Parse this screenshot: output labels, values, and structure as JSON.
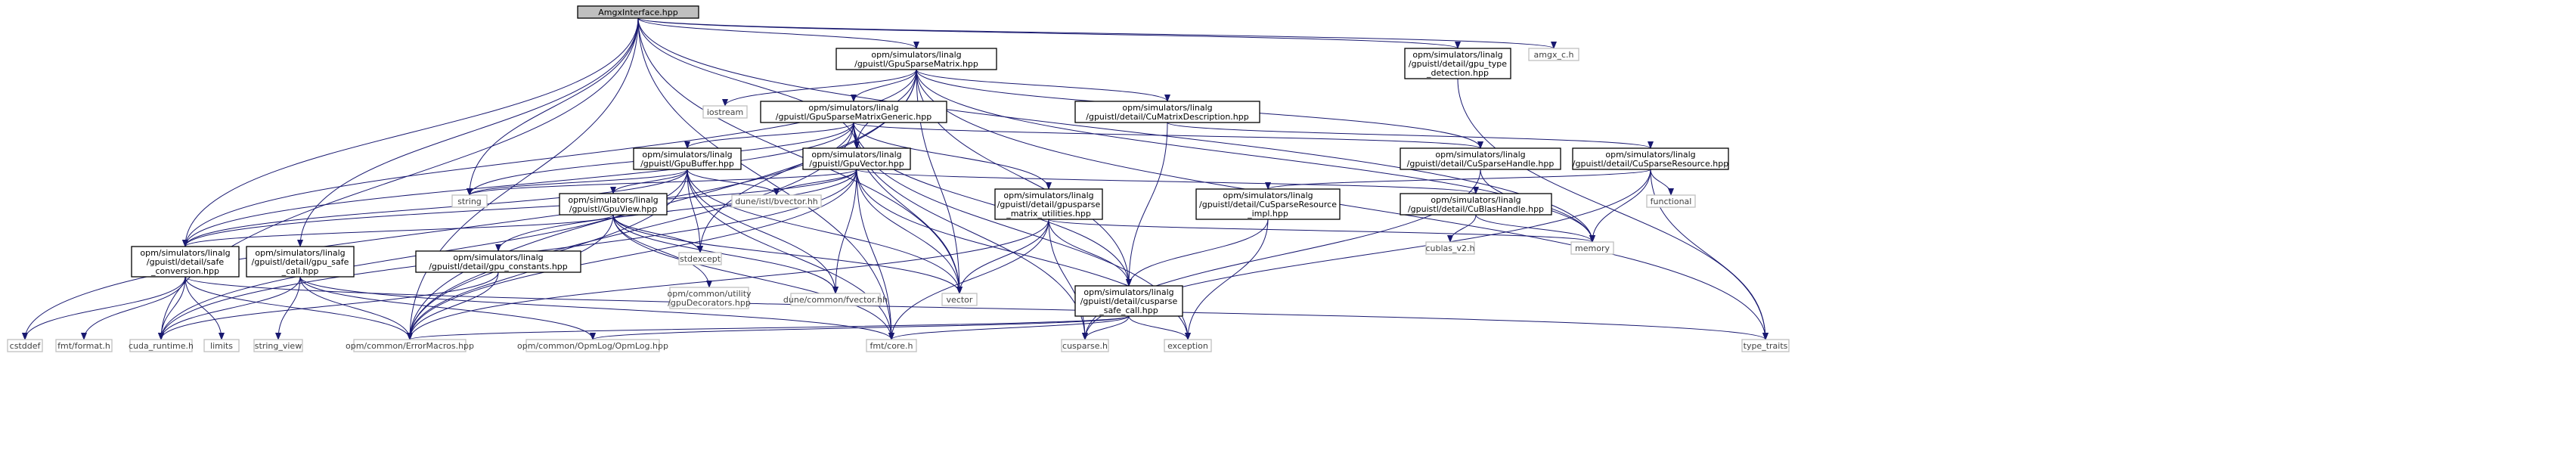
{
  "nodes": [
    {
      "id": "amgx",
      "lines": [
        "AmgxInterface.hpp"
      ],
      "kind": "root"
    },
    {
      "id": "gsm",
      "lines": [
        "opm/simulators/linalg",
        "/gpuistl/GpuSparseMatrix.hpp"
      ],
      "kind": "doc"
    },
    {
      "id": "gputype",
      "lines": [
        "opm/simulators/linalg",
        "/gpuistl/detail/gpu_type",
        "_detection.hpp"
      ],
      "kind": "doc"
    },
    {
      "id": "amgxc",
      "lines": [
        "amgx_c.h"
      ],
      "kind": "ext"
    },
    {
      "id": "iostream",
      "lines": [
        "iostream"
      ],
      "kind": "ext"
    },
    {
      "id": "gsmg",
      "lines": [
        "opm/simulators/linalg",
        "/gpuistl/GpuSparseMatrixGeneric.hpp"
      ],
      "kind": "doc"
    },
    {
      "id": "cumd",
      "lines": [
        "opm/simulators/linalg",
        "/gpuistl/detail/CuMatrixDescription.hpp"
      ],
      "kind": "doc"
    },
    {
      "id": "gbuf",
      "lines": [
        "opm/simulators/linalg",
        "/gpuistl/GpuBuffer.hpp"
      ],
      "kind": "doc"
    },
    {
      "id": "gvec",
      "lines": [
        "opm/simulators/linalg",
        "/gpuistl/GpuVector.hpp"
      ],
      "kind": "doc"
    },
    {
      "id": "cush",
      "lines": [
        "opm/simulators/linalg",
        "/gpuistl/detail/CuSparseHandle.hpp"
      ],
      "kind": "doc"
    },
    {
      "id": "cusr",
      "lines": [
        "opm/simulators/linalg",
        "/gpuistl/detail/CuSparseResource.hpp"
      ],
      "kind": "doc"
    },
    {
      "id": "string",
      "lines": [
        "string"
      ],
      "kind": "ext"
    },
    {
      "id": "gview",
      "lines": [
        "opm/simulators/linalg",
        "/gpuistl/GpuView.hpp"
      ],
      "kind": "doc"
    },
    {
      "id": "bvector",
      "lines": [
        "dune/istl/bvector.hh"
      ],
      "kind": "ext"
    },
    {
      "id": "gsu",
      "lines": [
        "opm/simulators/linalg",
        "/gpuistl/detail/gpusparse",
        "_matrix_utilities.hpp"
      ],
      "kind": "doc"
    },
    {
      "id": "cusri",
      "lines": [
        "opm/simulators/linalg",
        "/gpuistl/detail/CuSparseResource",
        "_impl.hpp"
      ],
      "kind": "doc"
    },
    {
      "id": "cublh",
      "lines": [
        "opm/simulators/linalg",
        "/gpuistl/detail/CuBlasHandle.hpp"
      ],
      "kind": "doc"
    },
    {
      "id": "functional",
      "lines": [
        "functional"
      ],
      "kind": "ext"
    },
    {
      "id": "cublasv2",
      "lines": [
        "cublas_v2.h"
      ],
      "kind": "ext"
    },
    {
      "id": "memory",
      "lines": [
        "memory"
      ],
      "kind": "ext"
    },
    {
      "id": "safeconv",
      "lines": [
        "opm/simulators/linalg",
        "/gpuistl/detail/safe",
        "_conversion.hpp"
      ],
      "kind": "doc"
    },
    {
      "id": "gpusafe",
      "lines": [
        "opm/simulators/linalg",
        "/gpuistl/detail/gpu_safe",
        "_call.hpp"
      ],
      "kind": "doc"
    },
    {
      "id": "gconst",
      "lines": [
        "opm/simulators/linalg",
        "/gpuistl/detail/gpu_constants.hpp"
      ],
      "kind": "doc"
    },
    {
      "id": "stdexcept",
      "lines": [
        "stdexcept"
      ],
      "kind": "ext"
    },
    {
      "id": "gpudeco",
      "lines": [
        "opm/common/utility",
        "/gpuDecorators.hpp"
      ],
      "kind": "ext"
    },
    {
      "id": "fvector",
      "lines": [
        "dune/common/fvector.hh"
      ],
      "kind": "ext"
    },
    {
      "id": "vector",
      "lines": [
        "vector"
      ],
      "kind": "ext"
    },
    {
      "id": "cusparsesafe",
      "lines": [
        "opm/simulators/linalg",
        "/gpuistl/detail/cusparse",
        "_safe_call.hpp"
      ],
      "kind": "doc"
    },
    {
      "id": "cstddef",
      "lines": [
        "cstddef"
      ],
      "kind": "ext"
    },
    {
      "id": "fmtformat",
      "lines": [
        "fmt/format.h"
      ],
      "kind": "ext"
    },
    {
      "id": "cudaruntime",
      "lines": [
        "cuda_runtime.h"
      ],
      "kind": "ext"
    },
    {
      "id": "limits",
      "lines": [
        "limits"
      ],
      "kind": "ext"
    },
    {
      "id": "stringview",
      "lines": [
        "string_view"
      ],
      "kind": "ext"
    },
    {
      "id": "errmacros",
      "lines": [
        "opm/common/ErrorMacros.hpp"
      ],
      "kind": "ext"
    },
    {
      "id": "opmlog",
      "lines": [
        "opm/common/OpmLog/OpmLog.hpp"
      ],
      "kind": "ext"
    },
    {
      "id": "fmtcore",
      "lines": [
        "fmt/core.h"
      ],
      "kind": "ext"
    },
    {
      "id": "cusparseh",
      "lines": [
        "cusparse.h"
      ],
      "kind": "ext"
    },
    {
      "id": "exception",
      "lines": [
        "exception"
      ],
      "kind": "ext"
    },
    {
      "id": "typetraits",
      "lines": [
        "type_traits"
      ],
      "kind": "ext"
    }
  ],
  "edges": [
    [
      "amgx",
      "gsm"
    ],
    [
      "amgx",
      "gputype"
    ],
    [
      "amgx",
      "amgxc"
    ],
    [
      "amgx",
      "gvec"
    ],
    [
      "amgx",
      "string"
    ],
    [
      "amgx",
      "vector"
    ],
    [
      "amgx",
      "safeconv"
    ],
    [
      "amgx",
      "gpusafe"
    ],
    [
      "amgx",
      "errmacros"
    ],
    [
      "amgx",
      "cudaruntime"
    ],
    [
      "amgx",
      "fmtcore"
    ],
    [
      "amgx",
      "memory"
    ],
    [
      "gputype",
      "typetraits"
    ],
    [
      "gsm",
      "iostream"
    ],
    [
      "gsm",
      "gsmg"
    ],
    [
      "gsm",
      "cumd"
    ],
    [
      "gsm",
      "gvec"
    ],
    [
      "gsm",
      "cush"
    ],
    [
      "gsm",
      "safeconv"
    ],
    [
      "gsm",
      "vector"
    ],
    [
      "gsm",
      "errmacros"
    ],
    [
      "gsm",
      "stdexcept"
    ],
    [
      "gsm",
      "cusparsesafe"
    ],
    [
      "gsm",
      "memory"
    ],
    [
      "gsm",
      "typetraits"
    ],
    [
      "gsmg",
      "gbuf"
    ],
    [
      "gsmg",
      "gvec"
    ],
    [
      "gsmg",
      "cush"
    ],
    [
      "gsmg",
      "gsu"
    ],
    [
      "gsmg",
      "cusparsesafe"
    ],
    [
      "gsmg",
      "errmacros"
    ],
    [
      "gsmg",
      "cstddef"
    ],
    [
      "gsmg",
      "cusparseh"
    ],
    [
      "gsmg",
      "string"
    ],
    [
      "gsmg",
      "exception"
    ],
    [
      "gsmg",
      "vector"
    ],
    [
      "gsmg",
      "safeconv"
    ],
    [
      "cumd",
      "cusr"
    ],
    [
      "cumd",
      "cusparsesafe"
    ],
    [
      "cush",
      "memory"
    ],
    [
      "cush",
      "cusparseh"
    ],
    [
      "cusr",
      "cusri"
    ],
    [
      "cusr",
      "functional"
    ],
    [
      "cusr",
      "memory"
    ],
    [
      "cusr",
      "typetraits"
    ],
    [
      "cusr",
      "cusparseh"
    ],
    [
      "cusri",
      "cusparsesafe"
    ],
    [
      "cusri",
      "exception"
    ],
    [
      "cublh",
      "cublasv2"
    ],
    [
      "cublh",
      "memory"
    ],
    [
      "gbuf",
      "gview"
    ],
    [
      "gbuf",
      "string"
    ],
    [
      "gbuf",
      "bvector"
    ],
    [
      "gbuf",
      "vector"
    ],
    [
      "gbuf",
      "safeconv"
    ],
    [
      "gbuf",
      "errmacros"
    ],
    [
      "gbuf",
      "fvector"
    ],
    [
      "gbuf",
      "cudaruntime"
    ],
    [
      "gbuf",
      "fmtcore"
    ],
    [
      "gbuf",
      "stdexcept"
    ],
    [
      "gvec",
      "cublh"
    ],
    [
      "gvec",
      "gconst"
    ],
    [
      "gvec",
      "safeconv"
    ],
    [
      "gvec",
      "bvector"
    ],
    [
      "gvec",
      "fvector"
    ],
    [
      "gvec",
      "vector"
    ],
    [
      "gvec",
      "string"
    ],
    [
      "gvec",
      "exception"
    ],
    [
      "gvec",
      "errmacros"
    ],
    [
      "gvec",
      "fmtcore"
    ],
    [
      "gvec",
      "cudaruntime"
    ],
    [
      "gview",
      "gpudeco"
    ],
    [
      "gview",
      "fvector"
    ],
    [
      "gview",
      "vector"
    ],
    [
      "gview",
      "stdexcept"
    ],
    [
      "gview",
      "safeconv"
    ],
    [
      "gview",
      "errmacros"
    ],
    [
      "gview",
      "fmtcore"
    ],
    [
      "gsu",
      "cusparsesafe"
    ],
    [
      "gsu",
      "vector"
    ],
    [
      "gsu",
      "errmacros"
    ],
    [
      "gsu",
      "memory"
    ],
    [
      "gsu",
      "fmtcore"
    ],
    [
      "gsu",
      "cusparseh"
    ],
    [
      "safeconv",
      "cstddef"
    ],
    [
      "safeconv",
      "fmtformat"
    ],
    [
      "safeconv",
      "cudaruntime"
    ],
    [
      "safeconv",
      "limits"
    ],
    [
      "safeconv",
      "errmacros"
    ],
    [
      "safeconv",
      "typetraits"
    ],
    [
      "gpusafe",
      "cudaruntime"
    ],
    [
      "gpusafe",
      "stringview"
    ],
    [
      "gpusafe",
      "errmacros"
    ],
    [
      "gpusafe",
      "opmlog"
    ],
    [
      "gpusafe",
      "fmtcore"
    ],
    [
      "gconst",
      "cudaruntime"
    ],
    [
      "gconst",
      "errmacros"
    ],
    [
      "cusparsesafe",
      "errmacros"
    ],
    [
      "cusparsesafe",
      "opmlog"
    ],
    [
      "cusparsesafe",
      "fmtcore"
    ],
    [
      "cusparsesafe",
      "cusparseh"
    ],
    [
      "cusparsesafe",
      "exception"
    ]
  ]
}
